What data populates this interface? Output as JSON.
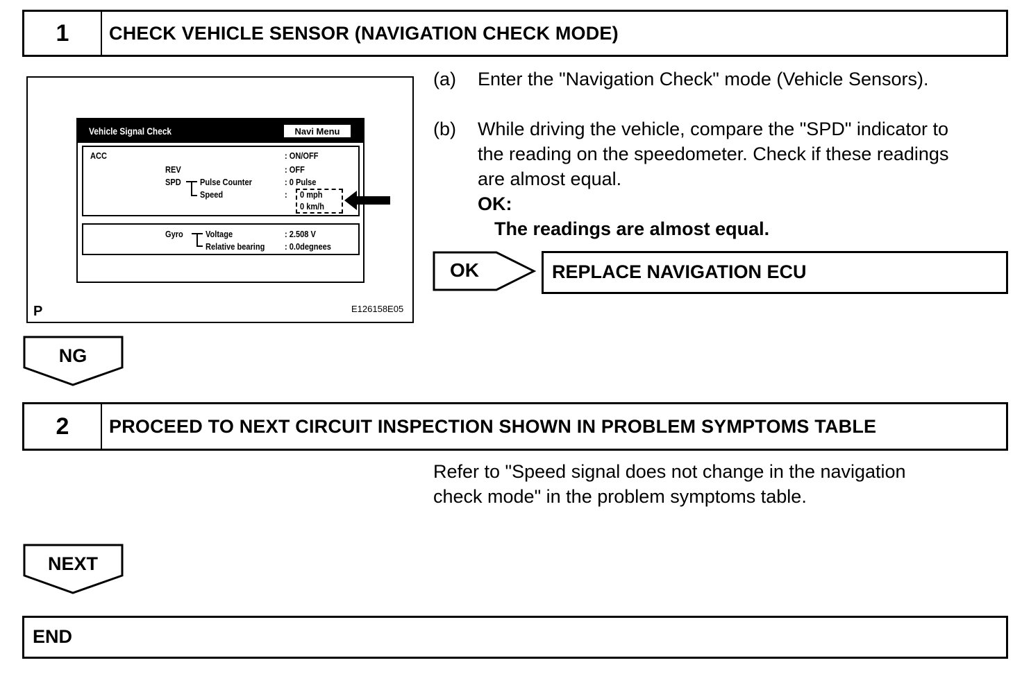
{
  "step1": {
    "number": "1",
    "title": "CHECK VEHICLE SENSOR (NAVIGATION CHECK MODE)"
  },
  "figure": {
    "screen_title": "Vehicle Signal Check",
    "menu_button": "Navi Menu",
    "acc_label": "ACC",
    "acc_value": ": ON/OFF",
    "rev_label": "REV",
    "rev_value": ": OFF",
    "spd_label": "SPD",
    "pulse_counter_label": "Pulse Counter",
    "pulse_value": ": 0 Pulse",
    "speed_label": "Speed",
    "speed_mph": "0 mph",
    "speed_kmh": "0 km/h",
    "gyro_label": "Gyro",
    "voltage_label": "Voltage",
    "voltage_value": ": 2.508 V",
    "bearing_label": "Relative bearing",
    "bearing_value": ": 0.0degnees",
    "corner_label": "P",
    "figure_id": "E126158E05"
  },
  "instructions": {
    "a_marker": "(a)",
    "a_text": "Enter the \"Navigation Check\" mode (Vehicle Sensors).",
    "b_marker": "(b)",
    "b_line1": "While driving the vehicle, compare the \"SPD\" indicator to",
    "b_line2": "the reading on the speedometer. Check if these readings",
    "b_line3": "are almost equal.",
    "ok_heading": "OK:",
    "ok_text": "The readings are almost equal."
  },
  "ok_result": {
    "label": "OK",
    "action": "REPLACE NAVIGATION ECU"
  },
  "ng_label": "NG",
  "step2": {
    "number": "2",
    "title": "PROCEED TO NEXT CIRCUIT INSPECTION SHOWN IN PROBLEM SYMPTOMS TABLE",
    "ref_line1": "Refer to \"Speed signal does not change in the navigation",
    "ref_line2": "check mode\" in the problem symptoms table."
  },
  "next_label": "NEXT",
  "end_label": "END"
}
